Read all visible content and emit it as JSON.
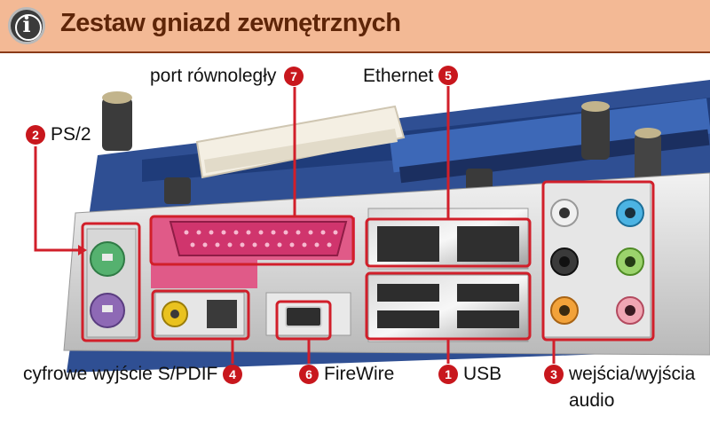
{
  "header": {
    "title": "Zestaw gniazd zewnętrznych",
    "info_glyph": "i",
    "icon": "info-icon"
  },
  "colors": {
    "header_bg": "#f3b995",
    "title": "#5e2508",
    "marker": "#c8171d",
    "board": "#2f4f93"
  },
  "callouts": [
    {
      "number": "1",
      "label": "USB"
    },
    {
      "number": "2",
      "label": "PS/2"
    },
    {
      "number": "3",
      "label": "wejścia/wyjścia",
      "label_line2": "audio"
    },
    {
      "number": "4",
      "label": "cyfrowe wyjście S/PDIF"
    },
    {
      "number": "5",
      "label": "Ethernet"
    },
    {
      "number": "6",
      "label": "FireWire"
    },
    {
      "number": "7",
      "label": "port równoległy"
    }
  ]
}
